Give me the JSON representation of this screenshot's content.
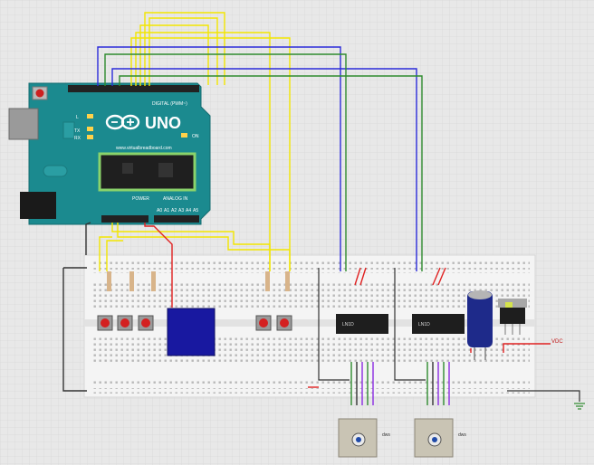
{
  "colors": {
    "grid_bg": "#e8e8e8",
    "grid_line": "#cfcfcf",
    "arduino_board": "#1b8a8f",
    "arduino_dark": "#166f73",
    "breadboard": "#f4f4f4",
    "wire_yellow": "#f2e600",
    "wire_blue": "#2b2bd9",
    "wire_green": "#2e8b2e",
    "wire_red": "#e02020",
    "wire_black": "#333333",
    "wire_purple": "#8a2be2",
    "button_red": "#d42020",
    "lcd_blue": "#1818a0",
    "chip_black": "#1e1e1e",
    "capacitor": "#1e2a8a"
  },
  "arduino": {
    "logo_text": "UNO",
    "digital_label": "DIGITAL (PWM~)",
    "website": "www.virtualbreadboard.com",
    "power_label": "POWER",
    "analog_label": "ANALOG IN",
    "on_label": "ON",
    "led_l": "L",
    "led_tx": "TX",
    "led_rx": "RX",
    "analog_pins": [
      "A0",
      "A1",
      "A2",
      "A3",
      "A4",
      "A5"
    ]
  },
  "chips": [
    {
      "label": "LN1D"
    },
    {
      "label": "LN1D"
    }
  ],
  "servos": [
    {
      "label": "dws"
    },
    {
      "label": "dws"
    }
  ],
  "vcc_label": "VDC"
}
